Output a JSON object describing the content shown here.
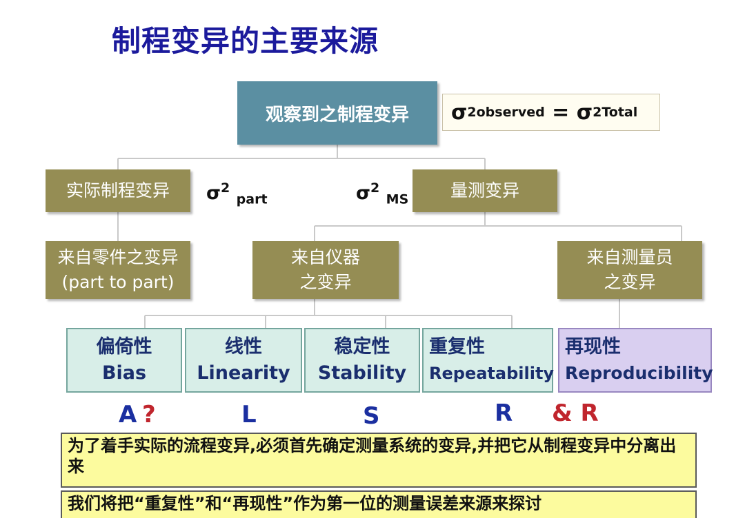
{
  "title": "制程变异的主要来源",
  "top_node": {
    "label": "观察到之制程变异",
    "formula": {
      "sigma": "σ",
      "power": "2",
      "sub_left": "observed",
      "equals": " = ",
      "sub_right": "Total"
    }
  },
  "level2": {
    "left": "实际制程变异",
    "right": "量测变异",
    "sigma_part": {
      "sigma": "σ",
      "power": "2",
      "sub": "part"
    },
    "sigma_ms": {
      "sigma": "σ",
      "power": "2",
      "sub": "MS"
    }
  },
  "level3": {
    "part_line1": "来自零件之变异",
    "part_line2": "(part to part)",
    "instrument_line1": "来自仪器",
    "instrument_line2": "之变异",
    "operator_line1": "来自测量员",
    "operator_line2": "之变异"
  },
  "categories": [
    {
      "cn": "偏倚性",
      "en": "Bias"
    },
    {
      "cn": "线性",
      "en": "Linearity"
    },
    {
      "cn": "稳定性",
      "en": "Stability"
    },
    {
      "cn": "重复性",
      "en": "Repeatability"
    },
    {
      "cn": "再现性",
      "en": "Reproducibility"
    }
  ],
  "letters": {
    "a": "A",
    "a_q": "?",
    "l": "L",
    "s": "S",
    "r": "R",
    "amp_r": "& R"
  },
  "colors": {
    "title": "#1b1a9c",
    "letter_blue": "#1b2fa0",
    "letter_red": "#c0252d"
  },
  "notes": [
    "为了着手实际的流程变异,必须首先确定测量系统的变异,并把它从制程变异中分离出来",
    "我们将把“重复性”和“再现性”作为第一位的测量误差来源来探讨"
  ]
}
